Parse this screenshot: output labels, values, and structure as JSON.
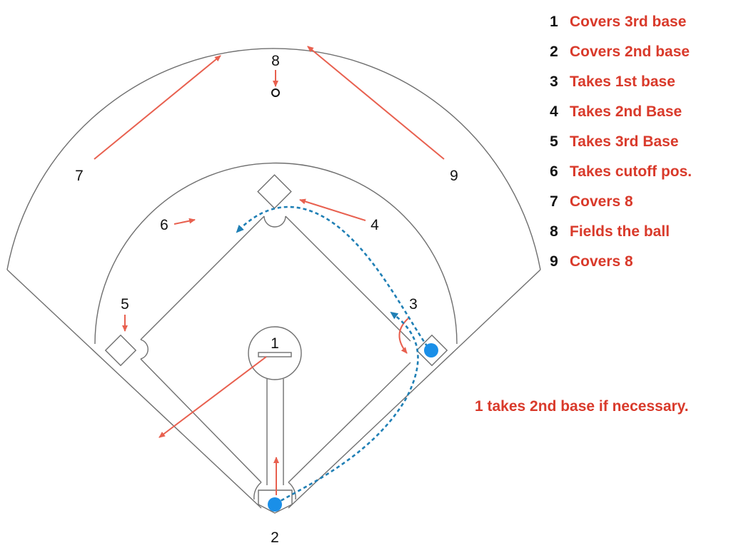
{
  "colors": {
    "accent_red": "#d93a2b",
    "runner_blue": "#1a8fe8",
    "path_blue": "#1f7fb5",
    "line_gray": "#6f6f6f"
  },
  "field_labels": {
    "pos1": "1",
    "pos2": "2",
    "pos3": "3",
    "pos4": "4",
    "pos5": "5",
    "pos6": "6",
    "pos7": "7",
    "pos8": "8",
    "pos9": "9"
  },
  "legend": [
    {
      "num": "1",
      "desc": "Covers 3rd base"
    },
    {
      "num": "2",
      "desc": "Covers 2nd base"
    },
    {
      "num": "3",
      "desc": "Takes 1st base"
    },
    {
      "num": "4",
      "desc": "Takes 2nd Base"
    },
    {
      "num": "5",
      "desc": "Takes 3rd Base"
    },
    {
      "num": "6",
      "desc": "Takes cutoff pos."
    },
    {
      "num": "7",
      "desc": "Covers 8"
    },
    {
      "num": "8",
      "desc": "Fields the ball"
    },
    {
      "num": "9",
      "desc": "Covers 8"
    }
  ],
  "note": "1 takes 2nd base if necessary."
}
